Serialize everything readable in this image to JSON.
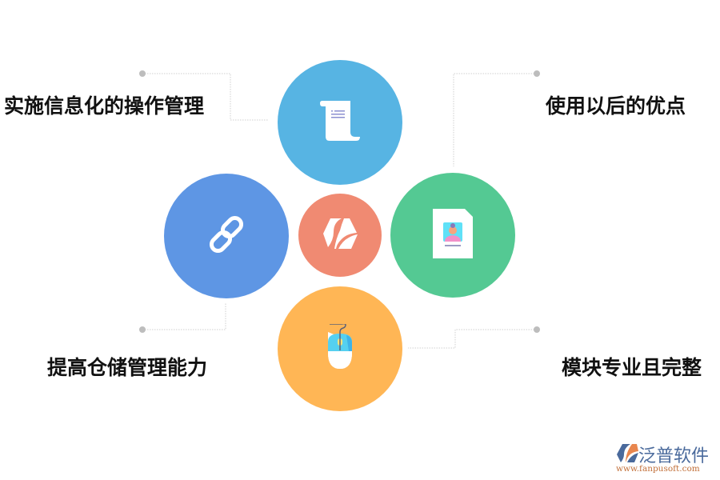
{
  "diagram": {
    "center": {
      "name": "center-hub",
      "icon": "brand-hexagon-icon",
      "color": "#f08a72"
    },
    "nodes": [
      {
        "position": "top",
        "label": "实施信息化的操作管理",
        "icon": "scroll-document-icon",
        "color": "#57b4e3"
      },
      {
        "position": "right",
        "label": "使用以后的优点",
        "icon": "profile-card-icon",
        "color": "#54c993"
      },
      {
        "position": "left",
        "label": "提高仓储管理能力",
        "icon": "chain-link-icon",
        "color": "#5e96e4"
      },
      {
        "position": "bottom",
        "label": "模块专业且完整",
        "icon": "computer-mouse-icon",
        "color": "#ffb655"
      }
    ],
    "connector_color": "#c8c8c8",
    "dot_color": "#bdbdbd"
  },
  "logo": {
    "name_cn": "泛普软件",
    "url": "www.fanpusoft.com"
  }
}
